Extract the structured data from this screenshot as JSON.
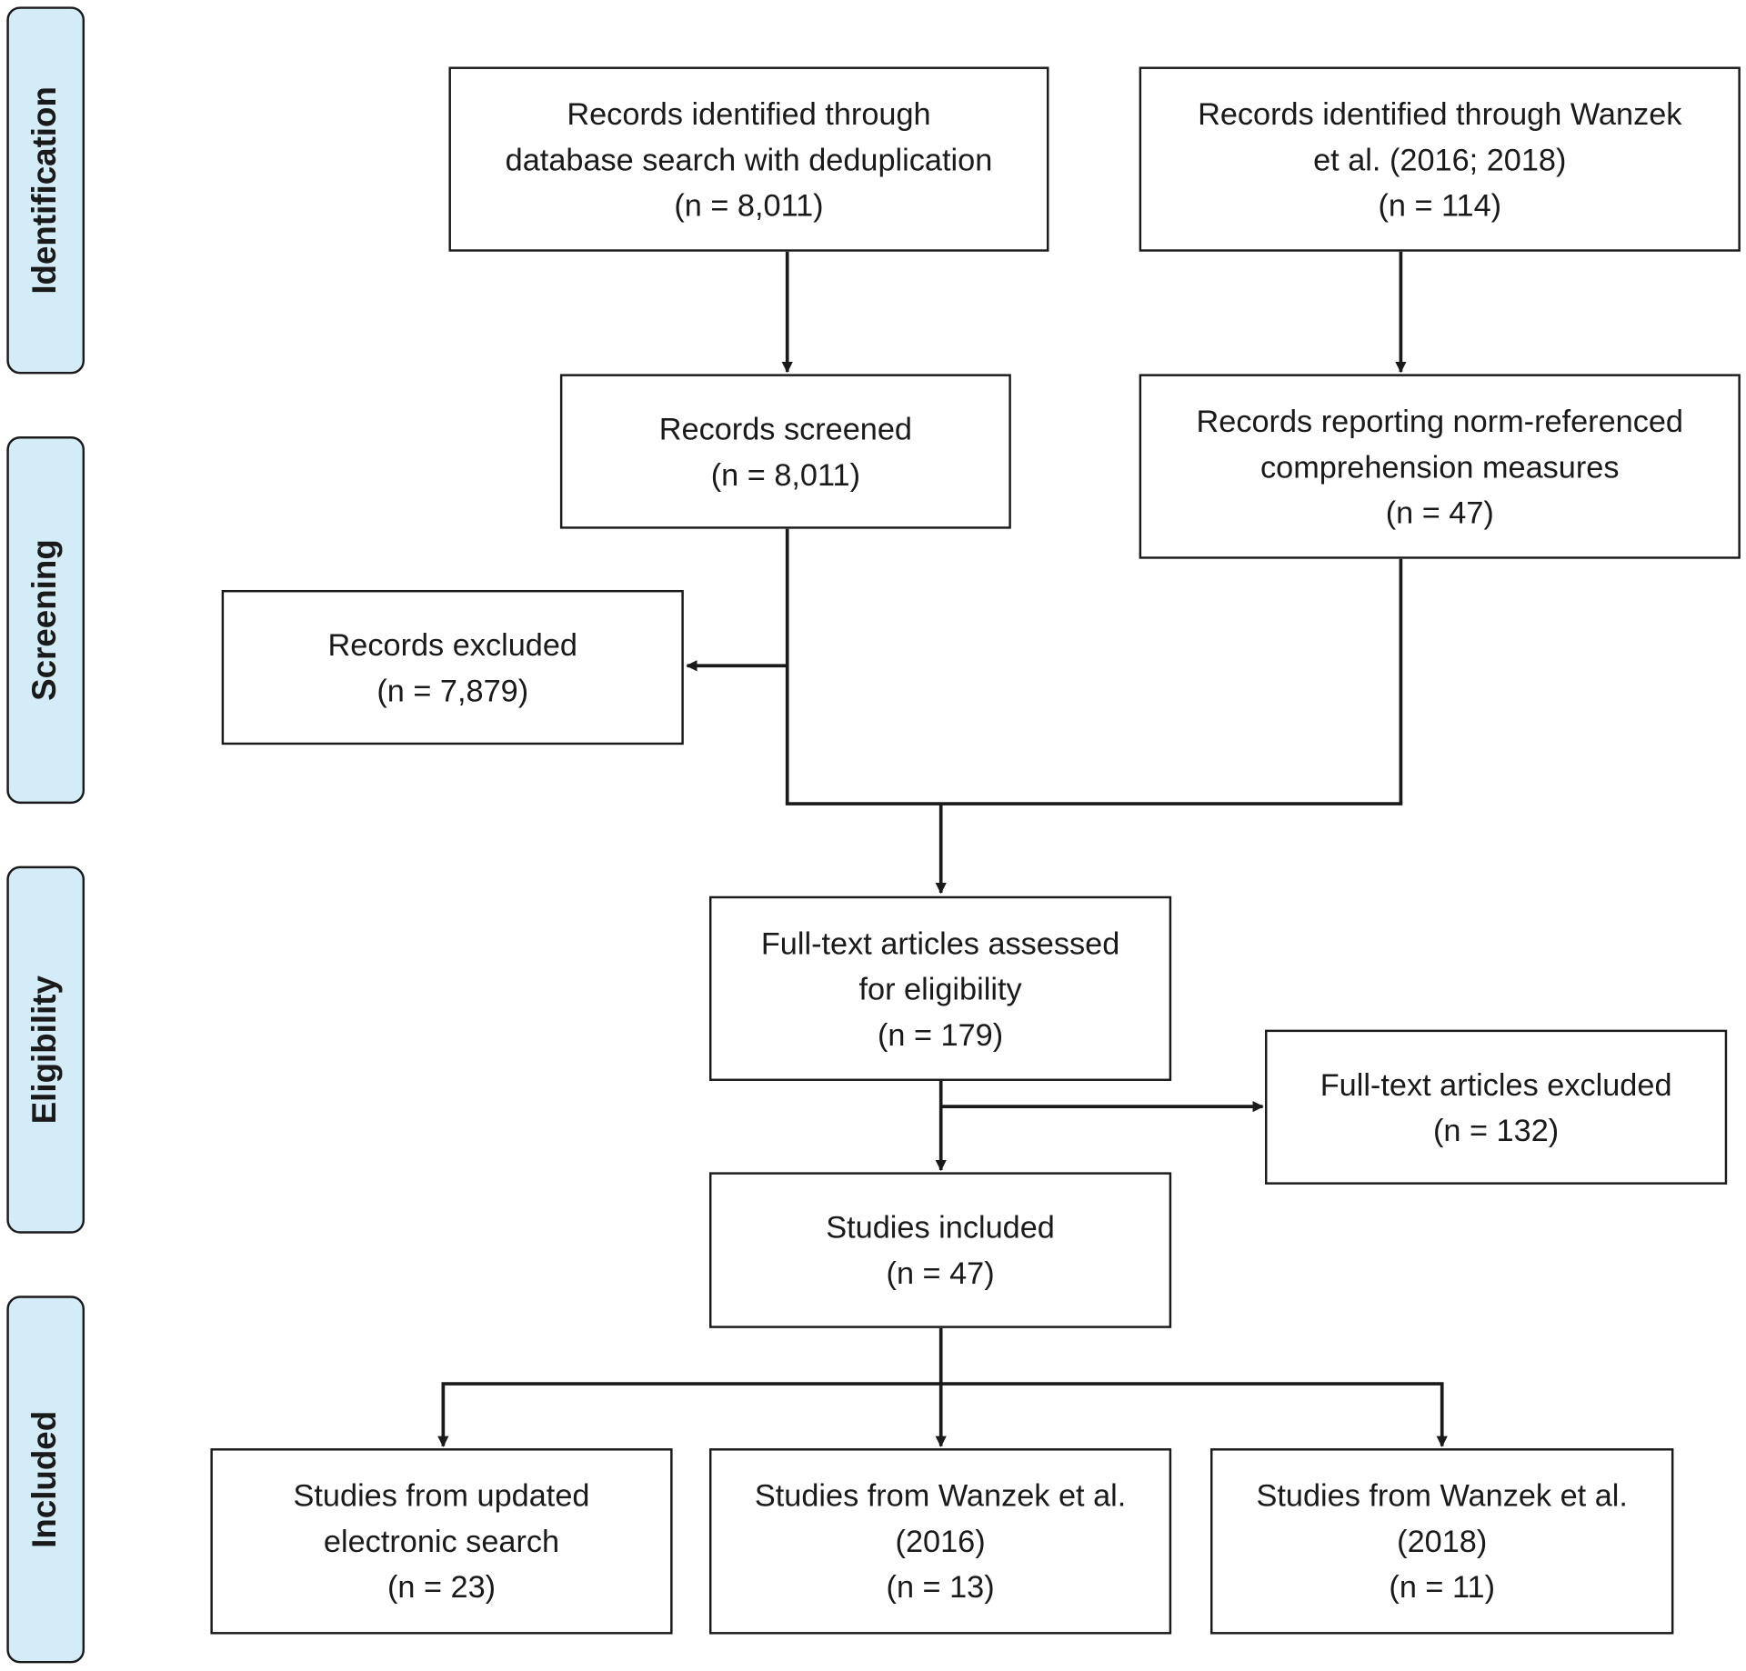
{
  "phases": {
    "identification": "Identification",
    "screening": "Screening",
    "eligibility": "Eligibility",
    "included": "Included"
  },
  "boxes": {
    "db_search": {
      "line1": "Records identified through",
      "line2": "database search with deduplication",
      "line3": "(n = 8,011)"
    },
    "wanzek_identified": {
      "line1": "Records identified through Wanzek",
      "line2": "et al. (2016; 2018)",
      "line3": "(n = 114)"
    },
    "screened": {
      "line1": "Records screened",
      "line2": "(n = 8,011)"
    },
    "norm_referenced": {
      "line1": "Records reporting norm-referenced",
      "line2": "comprehension measures",
      "line3": "(n = 47)"
    },
    "excluded": {
      "line1": "Records excluded",
      "line2": "(n = 7,879)"
    },
    "full_text_assessed": {
      "line1": "Full-text articles assessed",
      "line2": "for eligibility",
      "line3": "(n = 179)"
    },
    "full_text_excluded": {
      "line1": "Full-text articles excluded",
      "line2": "(n = 132)"
    },
    "studies_included": {
      "line1": "Studies included",
      "line2": "(n = 47)"
    },
    "updated_search": {
      "line1": "Studies from updated",
      "line2": "electronic search",
      "line3": "(n = 23)"
    },
    "wanzek_2016": {
      "line1": "Studies from Wanzek et al.",
      "line2": "(2016)",
      "line3": "(n = 13)"
    },
    "wanzek_2018": {
      "line1": "Studies from Wanzek et al.",
      "line2": "(2018)",
      "line3": "(n = 11)"
    }
  }
}
